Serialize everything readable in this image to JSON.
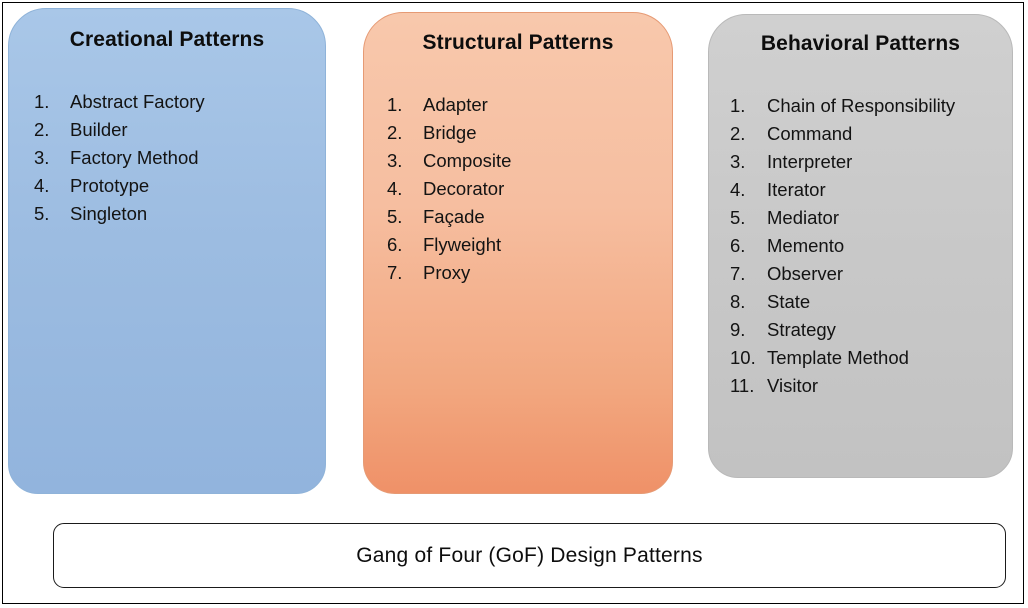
{
  "diagram": {
    "footer": {
      "label": "Gang of Four (GoF) Design Patterns"
    },
    "columns": [
      {
        "key": "creational",
        "title": "Creational Patterns",
        "color": "#a0c0e4",
        "items": [
          {
            "num": "1.",
            "label": "Abstract Factory"
          },
          {
            "num": "2.",
            "label": "Builder"
          },
          {
            "num": "3.",
            "label": "Factory Method"
          },
          {
            "num": "4.",
            "label": "Prototype"
          },
          {
            "num": "5.",
            "label": "Singleton"
          }
        ]
      },
      {
        "key": "structural",
        "title": "Structural Patterns",
        "color": "#f4b294",
        "items": [
          {
            "num": "1.",
            "label": "Adapter"
          },
          {
            "num": "2.",
            "label": "Bridge"
          },
          {
            "num": "3.",
            "label": "Composite"
          },
          {
            "num": "4.",
            "label": "Decorator"
          },
          {
            "num": "5.",
            "label": "Façade"
          },
          {
            "num": "6.",
            "label": "Flyweight"
          },
          {
            "num": "7.",
            "label": "Proxy"
          }
        ]
      },
      {
        "key": "behavioral",
        "title": "Behavioral Patterns",
        "color": "#c6c6c6",
        "items": [
          {
            "num": "1.",
            "label": "Chain of Responsibility"
          },
          {
            "num": "2.",
            "label": "Command"
          },
          {
            "num": "3.",
            "label": "Interpreter"
          },
          {
            "num": "4.",
            "label": "Iterator"
          },
          {
            "num": "5.",
            "label": "Mediator"
          },
          {
            "num": "6.",
            "label": "Memento"
          },
          {
            "num": "7.",
            "label": "Observer"
          },
          {
            "num": "8.",
            "label": "State"
          },
          {
            "num": "9.",
            "label": "Strategy"
          },
          {
            "num": "10.",
            "label": "Template Method"
          },
          {
            "num": "11.",
            "label": "Visitor"
          }
        ]
      }
    ]
  }
}
